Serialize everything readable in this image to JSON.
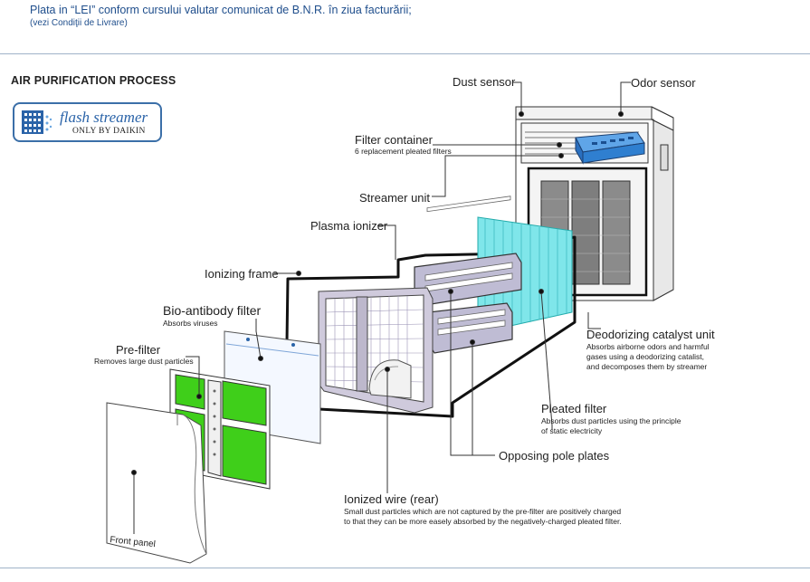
{
  "header": {
    "payment_note": "Plata in “LEI” conform cursului valutar comunicat de B.N.R. în ziua facturării;",
    "conditions_note": "(vezi Condiţii de Livrare)"
  },
  "section": {
    "title": "AIR PURIFICATION PROCESS"
  },
  "badge": {
    "brand": "flash streamer",
    "tagline": "ONLY BY DAIKIN",
    "icon": "streamer-logo-icon"
  },
  "colors": {
    "text_blue": "#1f4e8c",
    "rule": "#9fb3c8",
    "filter_green": "#3fcf1a",
    "pleated_cyan": "#7fe6ea",
    "blue_part": "#2f7fd0",
    "frame_grey": "#bdb8cc"
  },
  "labels": {
    "dust_sensor": "Dust sensor",
    "odor_sensor": "Odor sensor",
    "filter_container": "Filter container",
    "filter_container_desc": "6 replacement pleated filters",
    "streamer_unit": "Streamer unit",
    "plasma_ionizer": "Plasma ionizer",
    "ionizing_frame": "Ionizing frame",
    "bio_antibody_filter": "Bio-antibody filter",
    "bio_antibody_desc": "Absorbs viruses",
    "pre_filter": "Pre-filter",
    "pre_filter_desc": "Removes large dust particles",
    "deodorizing_unit": "Deodorizing catalyst unit",
    "deodorizing_desc_1": "Absorbs airborne odors and harmful",
    "deodorizing_desc_2": "gases using  a  deodorizing catalist,",
    "deodorizing_desc_3": "and decomposes them by streamer",
    "pleated_filter": "Pleated filter",
    "pleated_desc_1": "Absorbs dust particles using the principle",
    "pleated_desc_2": "of static electricity",
    "opposing_pole_plates": "Opposing pole plates",
    "ionized_wire": "Ionized wire (rear)",
    "ionized_desc_1": "Small dust particles which are not captured by the pre-filter are positively charged",
    "ionized_desc_2": "to that they can be more easely absorbed by the negatively-charged pleated filter.",
    "front_panel": "Front panel"
  }
}
